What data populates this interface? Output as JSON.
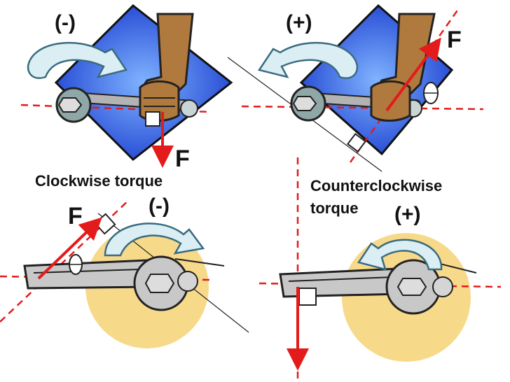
{
  "panels": {
    "top_left": {
      "sign": "(-)",
      "force": "F"
    },
    "top_right": {
      "sign": "(+)",
      "force": "F"
    },
    "bottom_left": {
      "sign": "(-)",
      "force": "F"
    },
    "bottom_right": {
      "sign": "(+)"
    }
  },
  "captions": {
    "clockwise": "Clockwise torque",
    "counterclockwise_line1": "Counterclockwise",
    "counterclockwise_line2": "torque"
  },
  "colors": {
    "force_arrow": "#e41b1b",
    "dashed_axis": "#e41b1b",
    "panel_background": "#2a4fd6",
    "rotation_arrow_fill": "#dbeef4",
    "rotation_arrow_stroke": "#3a6b80",
    "wrench_body": "#b3b3b3",
    "wrench_head_circle": "#f7d98a",
    "hand_skin": "#b07a3e",
    "sleeve": "#ffffff"
  },
  "icons": [
    "rotation-arrow-icon",
    "wrench-icon",
    "hand-icon",
    "force-arrow-icon",
    "right-angle-marker-icon",
    "angle-marker-icon"
  ]
}
